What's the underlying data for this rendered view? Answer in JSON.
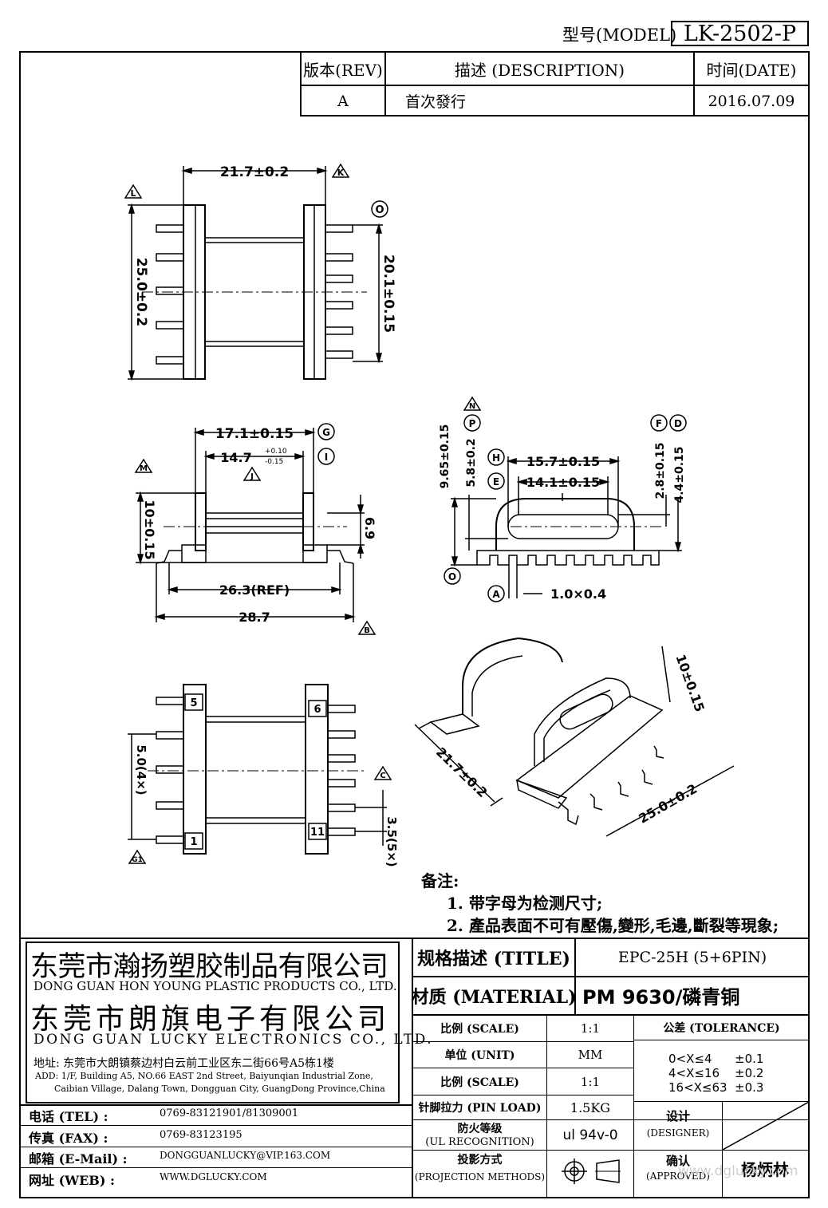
{
  "header": {
    "model_label": "型号(MODEL)",
    "model_value": "LK-2502-P"
  },
  "revision": {
    "col_rev": "版本(REV)",
    "col_desc": "描述 (DESCRIPTION)",
    "col_date": "时间(DATE)",
    "rev": "A",
    "desc": "首次發行",
    "date": "2016.07.09"
  },
  "dims": {
    "top_width": "21.7±0.2",
    "top_height": "25.0±0.2",
    "top_pin_span": "20.1±0.15",
    "mid_outer": "17.1±0.15",
    "mid_inner": "14.7",
    "mid_inner_tol_up": "+0.10",
    "mid_inner_tol_dn": "-0.15",
    "mid_height": "10±0.15",
    "mid_small": "6.9",
    "mid_ref": "26.3(REF)",
    "mid_total": "28.7",
    "side_outer": "15.7±0.15",
    "side_inner": "14.1±0.15",
    "side_h1": "9.65±0.15",
    "side_h2": "5.8±0.2",
    "side_h3": "2.8±0.15",
    "side_h4": "4.4±0.15",
    "side_pin": "1.0×0.4",
    "bot_pitch": "5.0(4×)",
    "bot_pitch2": "3.5(5×)",
    "iso_h": "10±0.15",
    "iso_w": "21.7±0.2",
    "iso_l": "25.0±0.2"
  },
  "markers": {
    "L": "L",
    "K": "K",
    "O": "O",
    "G": "G",
    "I": "I",
    "M": "M",
    "B": "B",
    "J": "J",
    "N": "N",
    "H": "H",
    "E": "E",
    "F": "F",
    "D": "D",
    "A": "A",
    "C": "C",
    "G1": "G1",
    "P": "P"
  },
  "pins": {
    "p5": "5",
    "p6": "6",
    "p1": "1",
    "p11": "11"
  },
  "notes": {
    "title": "备注:",
    "n1": "1. 带字母为检测尺寸;",
    "n2": "2. 產品表面不可有壓傷,變形,毛邊,斷裂等現象;"
  },
  "company": {
    "cn1": "东莞市瀚扬塑胶制品有限公司",
    "en1": "DONG GUAN HON YOUNG PLASTIC PRODUCTS CO., LTD.",
    "cn2": "东莞市朗旗电子有限公司",
    "en2": "DONG GUAN LUCKY ELECTRONICS CO., LTD.",
    "addr_cn": "地址: 东莞市大朗镇蔡边村白云前工业区东二街66号A5栋1楼",
    "addr_en1": "ADD: 1/F, Building A5, NO.66 EAST 2nd Street, Baiyunqian Industrial Zone,",
    "addr_en2": "Caibian Village, Dalang Town, Dongguan City, GuangDong Province,China",
    "tel_label": "电话 (TEL) :",
    "tel": "0769-83121901/81309001",
    "fax_label": "传真 (FAX) :",
    "fax": "0769-83123195",
    "mail_label": "邮箱 (E-Mail) :",
    "mail": "DONGGUANLUCKY@VIP.163.COM",
    "web_label": "网址 (WEB) :",
    "web": "WWW.DGLUCKY.COM"
  },
  "titleblock": {
    "title_label": "规格描述 (TITLE)",
    "title_value": "EPC-25H (5+6PIN)",
    "material_label": "材质 (MATERIAL)",
    "material_value": "PM 9630/磷青铜",
    "scale_label": "比例 (SCALE)",
    "scale_value": "1:1",
    "unit_label": "单位 (UNIT)",
    "unit_value": "MM",
    "scale2_label": "比例 (SCALE)",
    "scale2_value": "1:1",
    "pinload_label": "针脚拉力 (PIN LOAD)",
    "pinload_value": "1.5KG",
    "ul_label1": "防火等级",
    "ul_label2": "(UL RECOGNITION)",
    "ul_value": "ul 94v-0",
    "proj_label1": "投影方式",
    "proj_label2": "(PROJECTION METHODS)",
    "tol_label": "公差 (TOLERANCE)",
    "tol1_range": "0<X≤4",
    "tol1_val": "±0.1",
    "tol2_range": "4<X≤16",
    "tol2_val": "±0.2",
    "tol3_range": "16<X≤63",
    "tol3_val": "±0.3",
    "designer_label1": "设计",
    "designer_label2": "(DESIGNER)",
    "approved_label1": "确认",
    "approved_label2": "(APPROVED)",
    "approved_name": "杨炳林",
    "watermark": "www.dglucky.com"
  }
}
